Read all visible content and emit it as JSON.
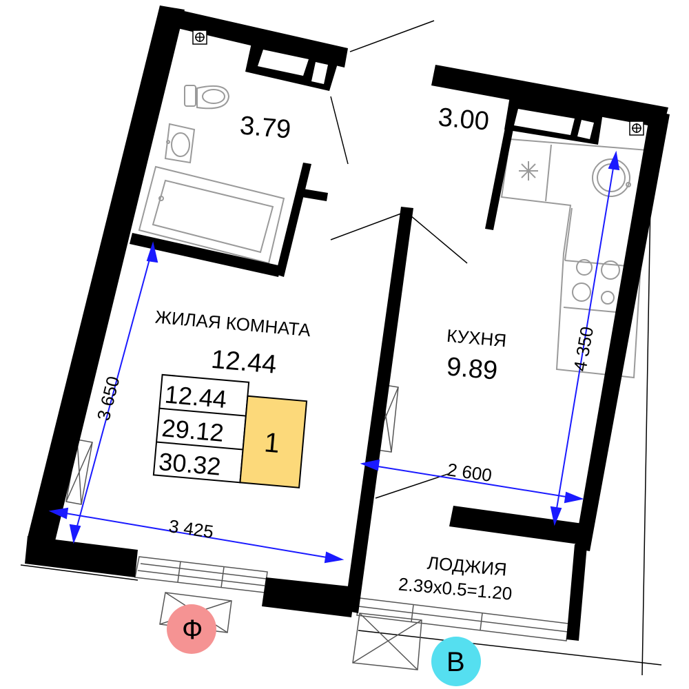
{
  "rooms": {
    "living_name": "ЖИЛАЯ КОМНАТА",
    "living_area": "12.44",
    "kitchen_name": "КУХНЯ",
    "kitchen_area": "9.89",
    "bathroom_area": "3.79",
    "hall_area": "3.00",
    "loggia_name": "ЛОДЖИЯ",
    "loggia_formula": "2.39x0.5=1.20"
  },
  "summary_table": {
    "living": "12.44",
    "total": "29.12",
    "total_with_loggia": "30.32",
    "rooms_count": "1"
  },
  "dimensions": {
    "living_height": "3 650",
    "living_width": "3 425",
    "kitchen_width": "2 600",
    "kitchen_height": "4 350"
  },
  "markers": {
    "facade_left": "Ф",
    "facade_right": "В"
  },
  "colors": {
    "wall": "#000000",
    "dimension_line": "#1a1aff",
    "rooms_badge": "#fcd97a",
    "marker_left": "#f59393",
    "marker_right": "#55dff0"
  }
}
